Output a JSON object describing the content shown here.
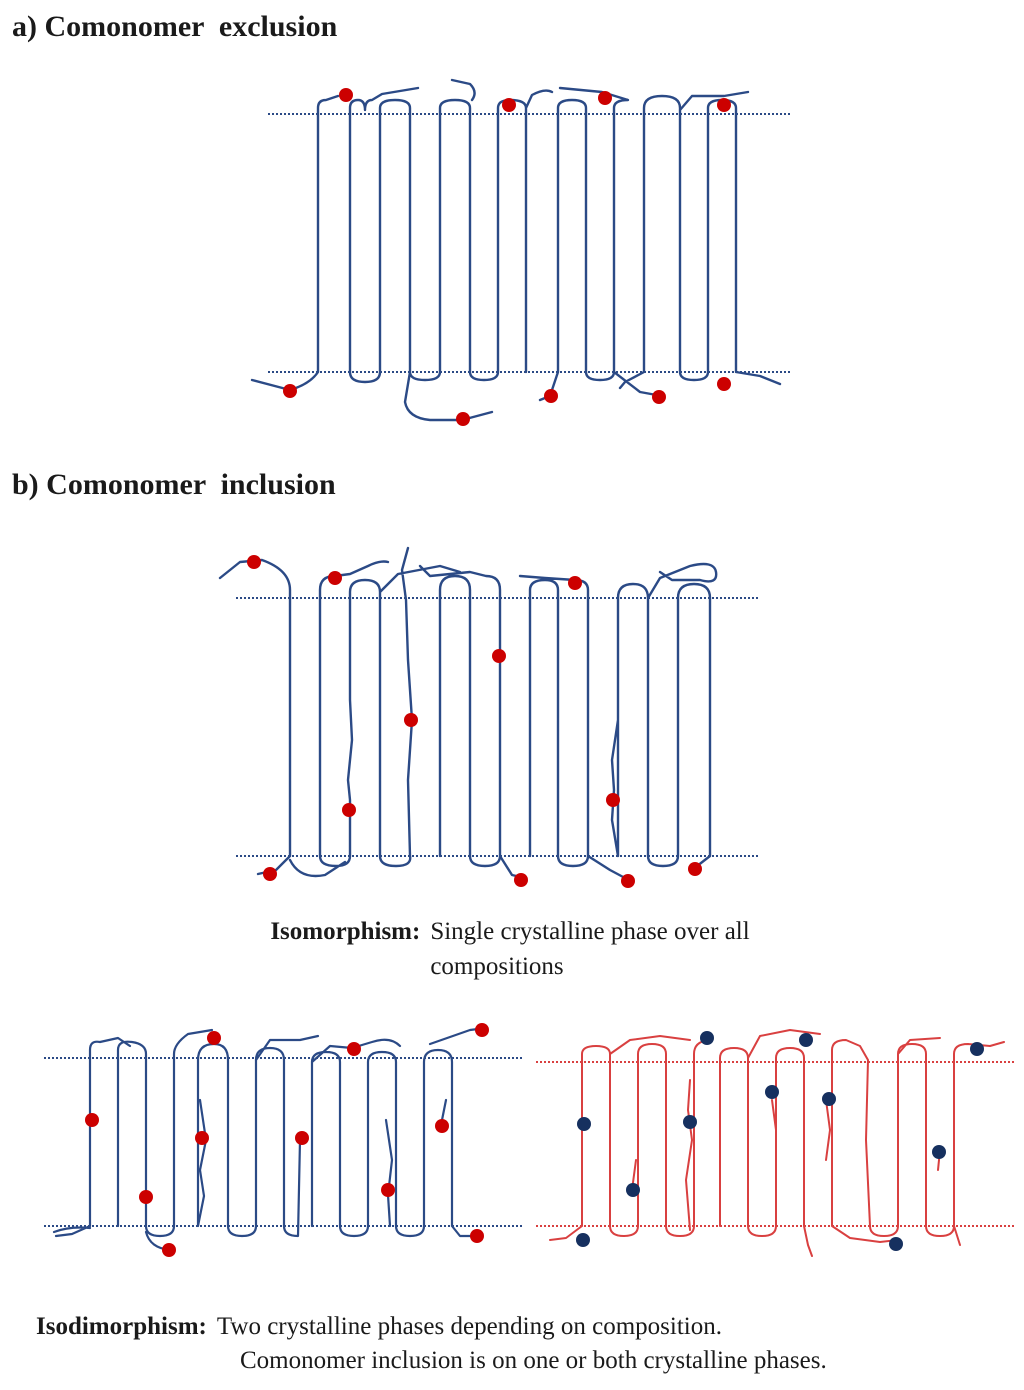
{
  "headings": {
    "exclusion": "a) Comonomer  exclusion",
    "inclusion": "b) Comonomer  inclusion"
  },
  "isomorphism": {
    "term": "Isomorphism:",
    "line1": "Single crystalline phase over all",
    "line2": "compositions"
  },
  "isodimorphism": {
    "term": "Isodimorphism:",
    "line1": "Two crystalline phases depending on composition.",
    "line2": "Comonomer inclusion is on one or both crystalline phases."
  },
  "colors": {
    "blue_chain": "#2b4a86",
    "red_chain": "#d94040",
    "red_dot": "#cc0000",
    "navy_dot": "#16305f",
    "blue_dotted_line": "#2b4a86",
    "red_dotted_line": "#d94040"
  }
}
